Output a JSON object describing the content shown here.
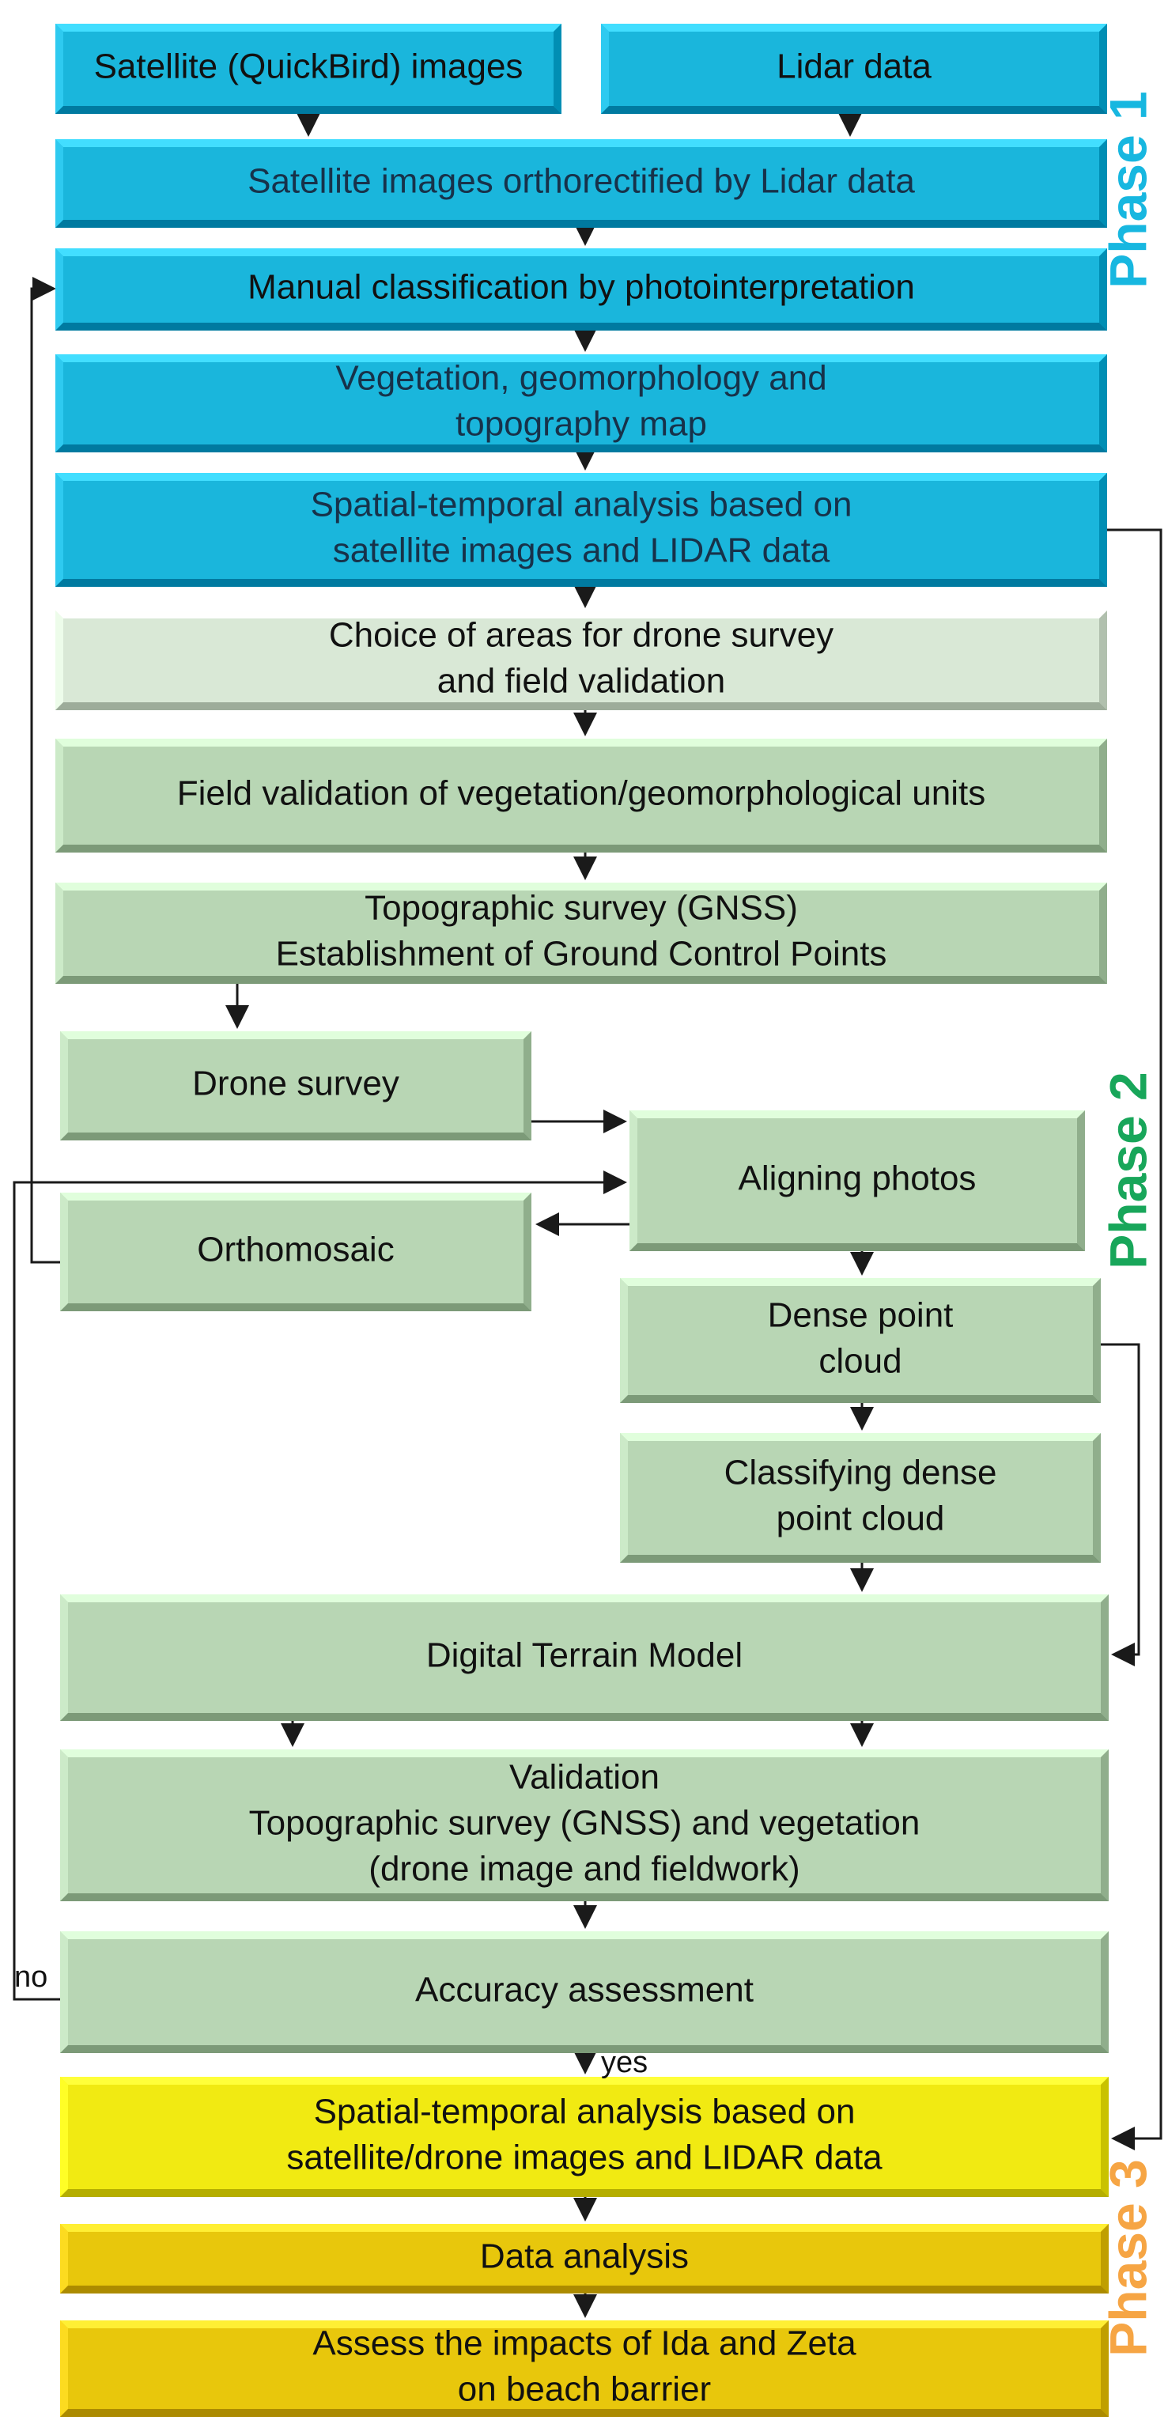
{
  "colors": {
    "phase1_box": "#1ab6dc",
    "phase1_text_color": "#17324a",
    "phase2_box_light": "#d9e8d6",
    "phase2_box": "#b8d6b4",
    "phase3_box_light": "#f1ea12",
    "phase3_box": "#e8c70c",
    "phase1_label": "#17b7e0",
    "phase2_label": "#18a65a",
    "phase3_label": "#f6a544",
    "connector": "#1a1a1a"
  },
  "phases": {
    "phase1": "Phase 1",
    "phase2": "Phase 2",
    "phase3": "Phase 3"
  },
  "boxes": [
    {
      "id": "satellite-images",
      "phase": 1,
      "lines": [
        "Satellite (QuickBird) images"
      ]
    },
    {
      "id": "lidar-data",
      "phase": 1,
      "lines": [
        "Lidar data"
      ]
    },
    {
      "id": "orthorectified",
      "phase": 1,
      "lines": [
        "Satellite images orthorectified by Lidar data"
      ]
    },
    {
      "id": "manual-classification",
      "phase": 1,
      "lines": [
        "Manual classification by photointerpretation"
      ]
    },
    {
      "id": "vegetation-map",
      "phase": 1,
      "lines": [
        "Vegetation, geomorphology and",
        "topography map"
      ]
    },
    {
      "id": "spatial-temporal-1",
      "phase": 1,
      "lines": [
        "Spatial-temporal analysis based on",
        "satellite images and LIDAR data"
      ]
    },
    {
      "id": "choice-of-areas",
      "phase": 2,
      "lines": [
        "Choice of areas for drone survey",
        "and field validation"
      ]
    },
    {
      "id": "field-validation",
      "phase": 2,
      "lines": [
        "Field validation of vegetation/geomorphological units"
      ]
    },
    {
      "id": "topographic-survey",
      "phase": 2,
      "lines": [
        "Topographic survey (GNSS)",
        "Establishment of Ground Control Points"
      ]
    },
    {
      "id": "drone-survey",
      "phase": 2,
      "lines": [
        "Drone survey"
      ]
    },
    {
      "id": "aligning-photos",
      "phase": 2,
      "lines": [
        "Aligning photos"
      ]
    },
    {
      "id": "orthomosaic",
      "phase": 2,
      "lines": [
        "Orthomosaic"
      ]
    },
    {
      "id": "dense-point-cloud",
      "phase": 2,
      "lines": [
        "Dense point",
        "cloud"
      ]
    },
    {
      "id": "classifying-dense-point-cloud",
      "phase": 2,
      "lines": [
        "Classifying dense",
        "point cloud"
      ]
    },
    {
      "id": "digital-terrain-model",
      "phase": 2,
      "lines": [
        "Digital Terrain Model"
      ]
    },
    {
      "id": "validation",
      "phase": 2,
      "lines": [
        "Validation",
        "Topographic survey (GNSS) and vegetation",
        "(drone image and fieldwork)"
      ]
    },
    {
      "id": "accuracy-assessment",
      "phase": 2,
      "lines": [
        "Accuracy assessment"
      ]
    },
    {
      "id": "spatial-temporal-2",
      "phase": 3,
      "lines": [
        "Spatial-temporal analysis based on",
        "satellite/drone images and LIDAR data"
      ]
    },
    {
      "id": "data-analysis",
      "phase": 3,
      "lines": [
        "Data analysis"
      ]
    },
    {
      "id": "assess-impacts",
      "phase": 3,
      "lines": [
        "Assess the impacts of Ida and Zeta",
        "on beach barrier"
      ]
    }
  ],
  "edge_labels": {
    "no": "no",
    "yes": "yes"
  }
}
